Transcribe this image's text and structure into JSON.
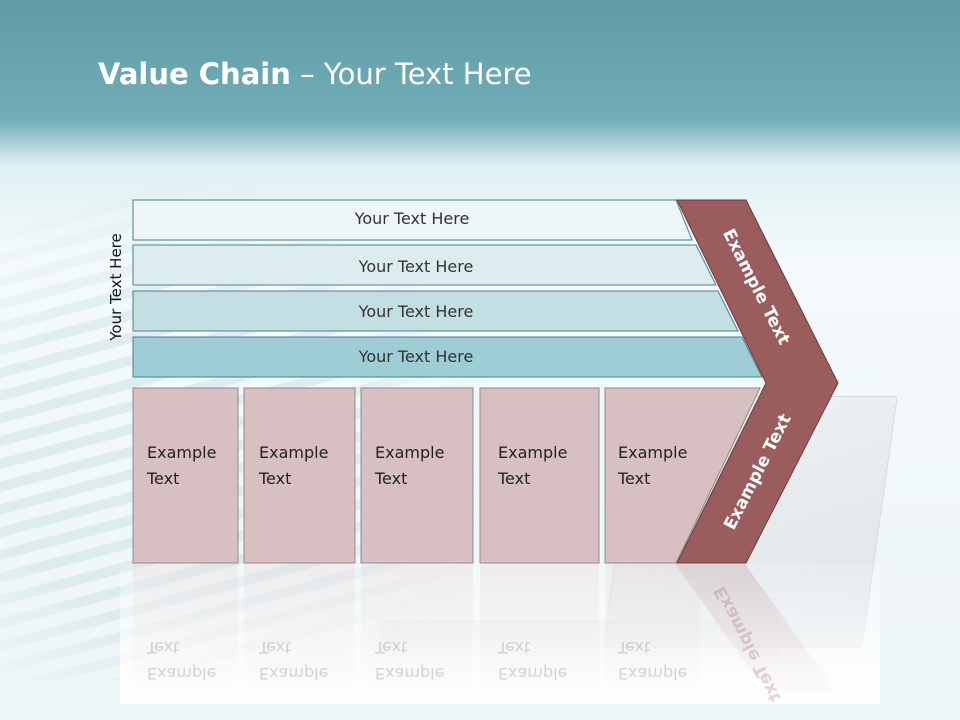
{
  "title": {
    "bold": "Value Chain",
    "rest": " – Your Text Here"
  },
  "side_label": "Your Text Here",
  "rows": [
    {
      "label": "Your Text Here"
    },
    {
      "label": "Your Text Here"
    },
    {
      "label": "Your Text Here"
    },
    {
      "label": "Your Text Here"
    }
  ],
  "boxes": [
    {
      "line1": "Example",
      "line2": "Text"
    },
    {
      "line1": "Example",
      "line2": "Text"
    },
    {
      "line1": "Example",
      "line2": "Text"
    },
    {
      "line1": "Example",
      "line2": "Text"
    },
    {
      "line1": "Example",
      "line2": "Text"
    }
  ],
  "chevron": {
    "upper": "Example Text",
    "lower": "Example Text"
  },
  "colors": {
    "rows": [
      "#eef6f7",
      "#dcecef",
      "#c4dfe4",
      "#9ecdd5"
    ],
    "boxes": "#d8c0c2",
    "chevron": "#9a5c5c",
    "header": "#6aa8b2"
  }
}
